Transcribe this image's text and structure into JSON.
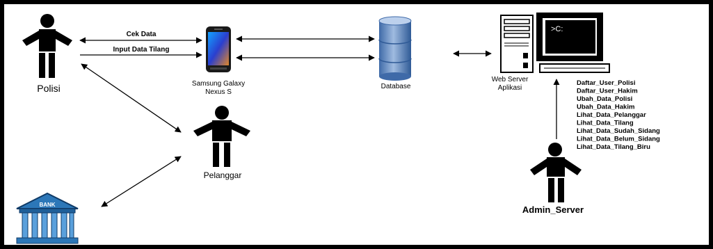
{
  "actors": {
    "polisi": "Polisi",
    "pelanggar": "Pelanggar",
    "admin": "Admin_Server"
  },
  "devices": {
    "phone": [
      "Samsung Galaxy",
      "Nexus S"
    ],
    "database": "Database",
    "web_server": [
      "Web Server",
      "Aplikasi"
    ],
    "terminal_prompt": ">C:",
    "bank_sign": "BANK"
  },
  "arrows": {
    "cek_data": "Cek Data",
    "input_data_tilang": "Input Data Tilang"
  },
  "admin_functions": [
    "Daftar_User_Polisi",
    "Daftar_User_Hakim",
    "Ubah_Data_Polisi",
    "Ubah_Data_Hakim",
    "Lihat_Data_Pelanggar",
    "Lihat_Data_Tilang",
    "Lihat_Data_Sudah_Sidang",
    "Lihat_Data_Belum_Sidang",
    "Lihat_Data_Tilang_Biru"
  ],
  "colors": {
    "frame": "#000000",
    "phone_screen": "#1f6fd1",
    "database": "#5f86bf",
    "bank": "#2c77b8"
  },
  "icons": [
    "person-icon",
    "smartphone-icon",
    "database-icon",
    "server-computer-icon",
    "bank-icon"
  ]
}
